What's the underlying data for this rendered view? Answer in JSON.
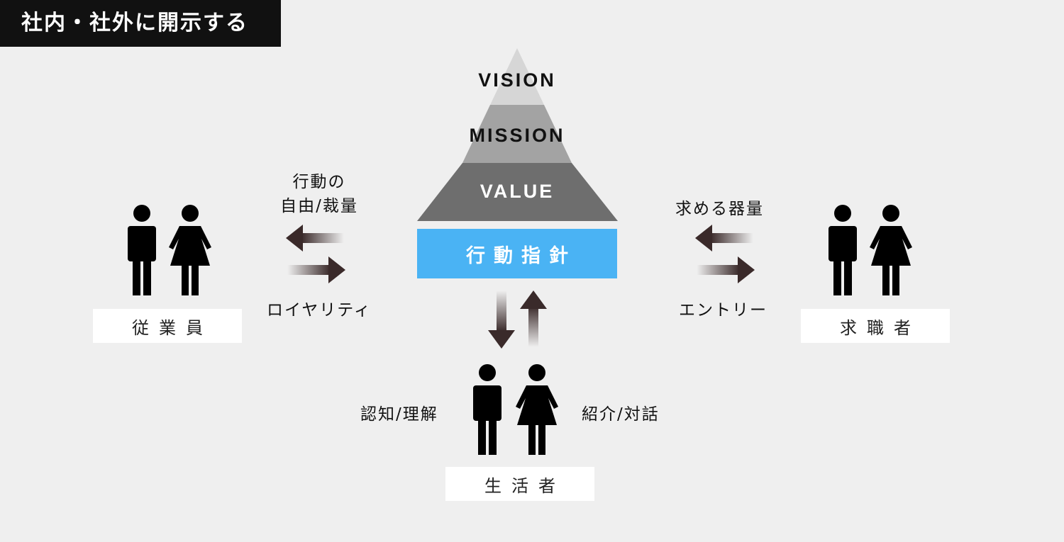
{
  "header": {
    "title": "社内・社外に開示する"
  },
  "pyramid": {
    "tiers": [
      {
        "label": "VISION",
        "color": "#d6d6d6"
      },
      {
        "label": "MISSION",
        "color": "#a3a3a3"
      },
      {
        "label": "VALUE",
        "color": "#6e6e6e"
      }
    ],
    "guide_label": "行動指針",
    "guide_color": "#4ab3f4"
  },
  "employees": {
    "label": "従業員",
    "to_label_line1": "行動の",
    "to_label_line2": "自由/裁量",
    "from_label": "ロイヤリティ"
  },
  "job_seekers": {
    "label": "求職者",
    "to_label": "求める器量",
    "from_label": "エントリー"
  },
  "consumers": {
    "label": "生活者",
    "left_label": "認知/理解",
    "right_label": "紹介/対話"
  }
}
